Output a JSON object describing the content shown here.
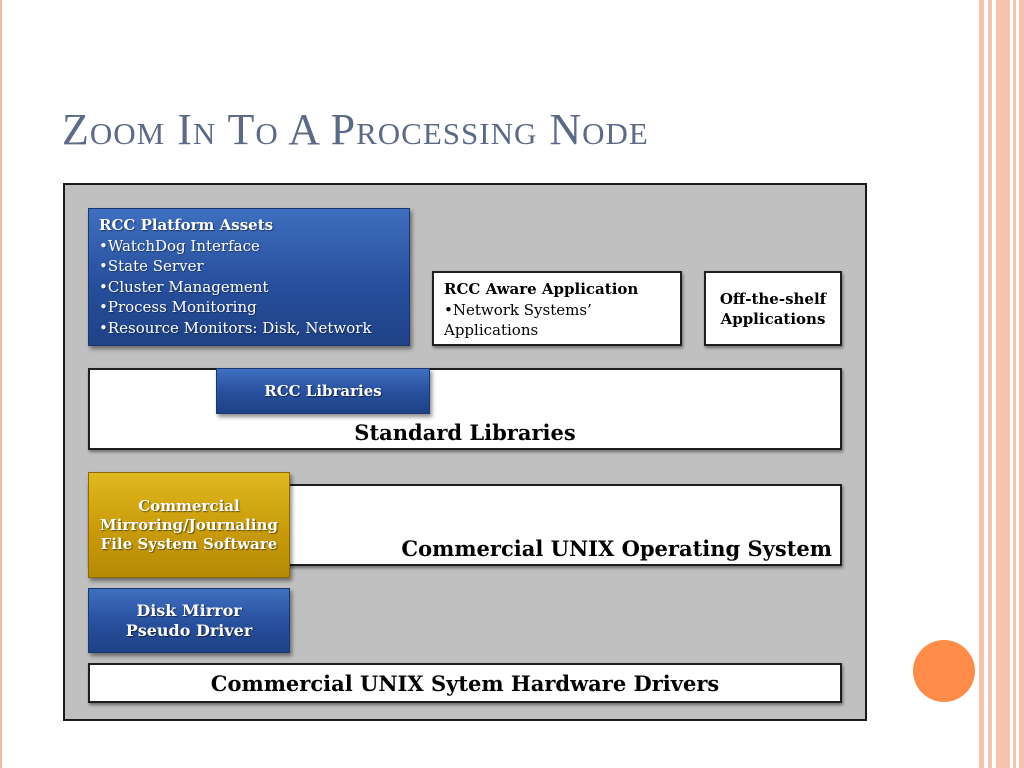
{
  "slide": {
    "title": "Zoom In To A Processing Node"
  },
  "diagram": {
    "platform_assets": {
      "header": "RCC Platform Assets",
      "items": [
        "•WatchDog Interface",
        "•State Server",
        "•Cluster Management",
        "•Process Monitoring",
        "•Resource Monitors: Disk, Network"
      ]
    },
    "aware_application": {
      "header": "RCC Aware Application",
      "lines": [
        "•Network Systems’",
        "Applications"
      ]
    },
    "off_the_shelf": {
      "lines": [
        "Off-the-shelf",
        "Applications"
      ]
    },
    "rcc_libraries": "RCC Libraries",
    "standard_libraries": "Standard Libraries",
    "mirroring_software": {
      "lines": [
        "Commercial",
        "Mirroring/Journaling",
        "File System Software"
      ]
    },
    "unix_os": "Commercial UNIX Operating System",
    "disk_mirror": {
      "lines": [
        "Disk Mirror",
        "Pseudo Driver"
      ]
    },
    "hardware_drivers": "Commercial UNIX Sytem Hardware Drivers"
  },
  "colors": {
    "title": "#5b6a87",
    "blue_box": "#274f9c",
    "gold_box": "#c99b0a",
    "diagram_bg": "#c0c0c0",
    "accent_dot": "#ff8c48",
    "stripes": "#f7c3ae"
  }
}
